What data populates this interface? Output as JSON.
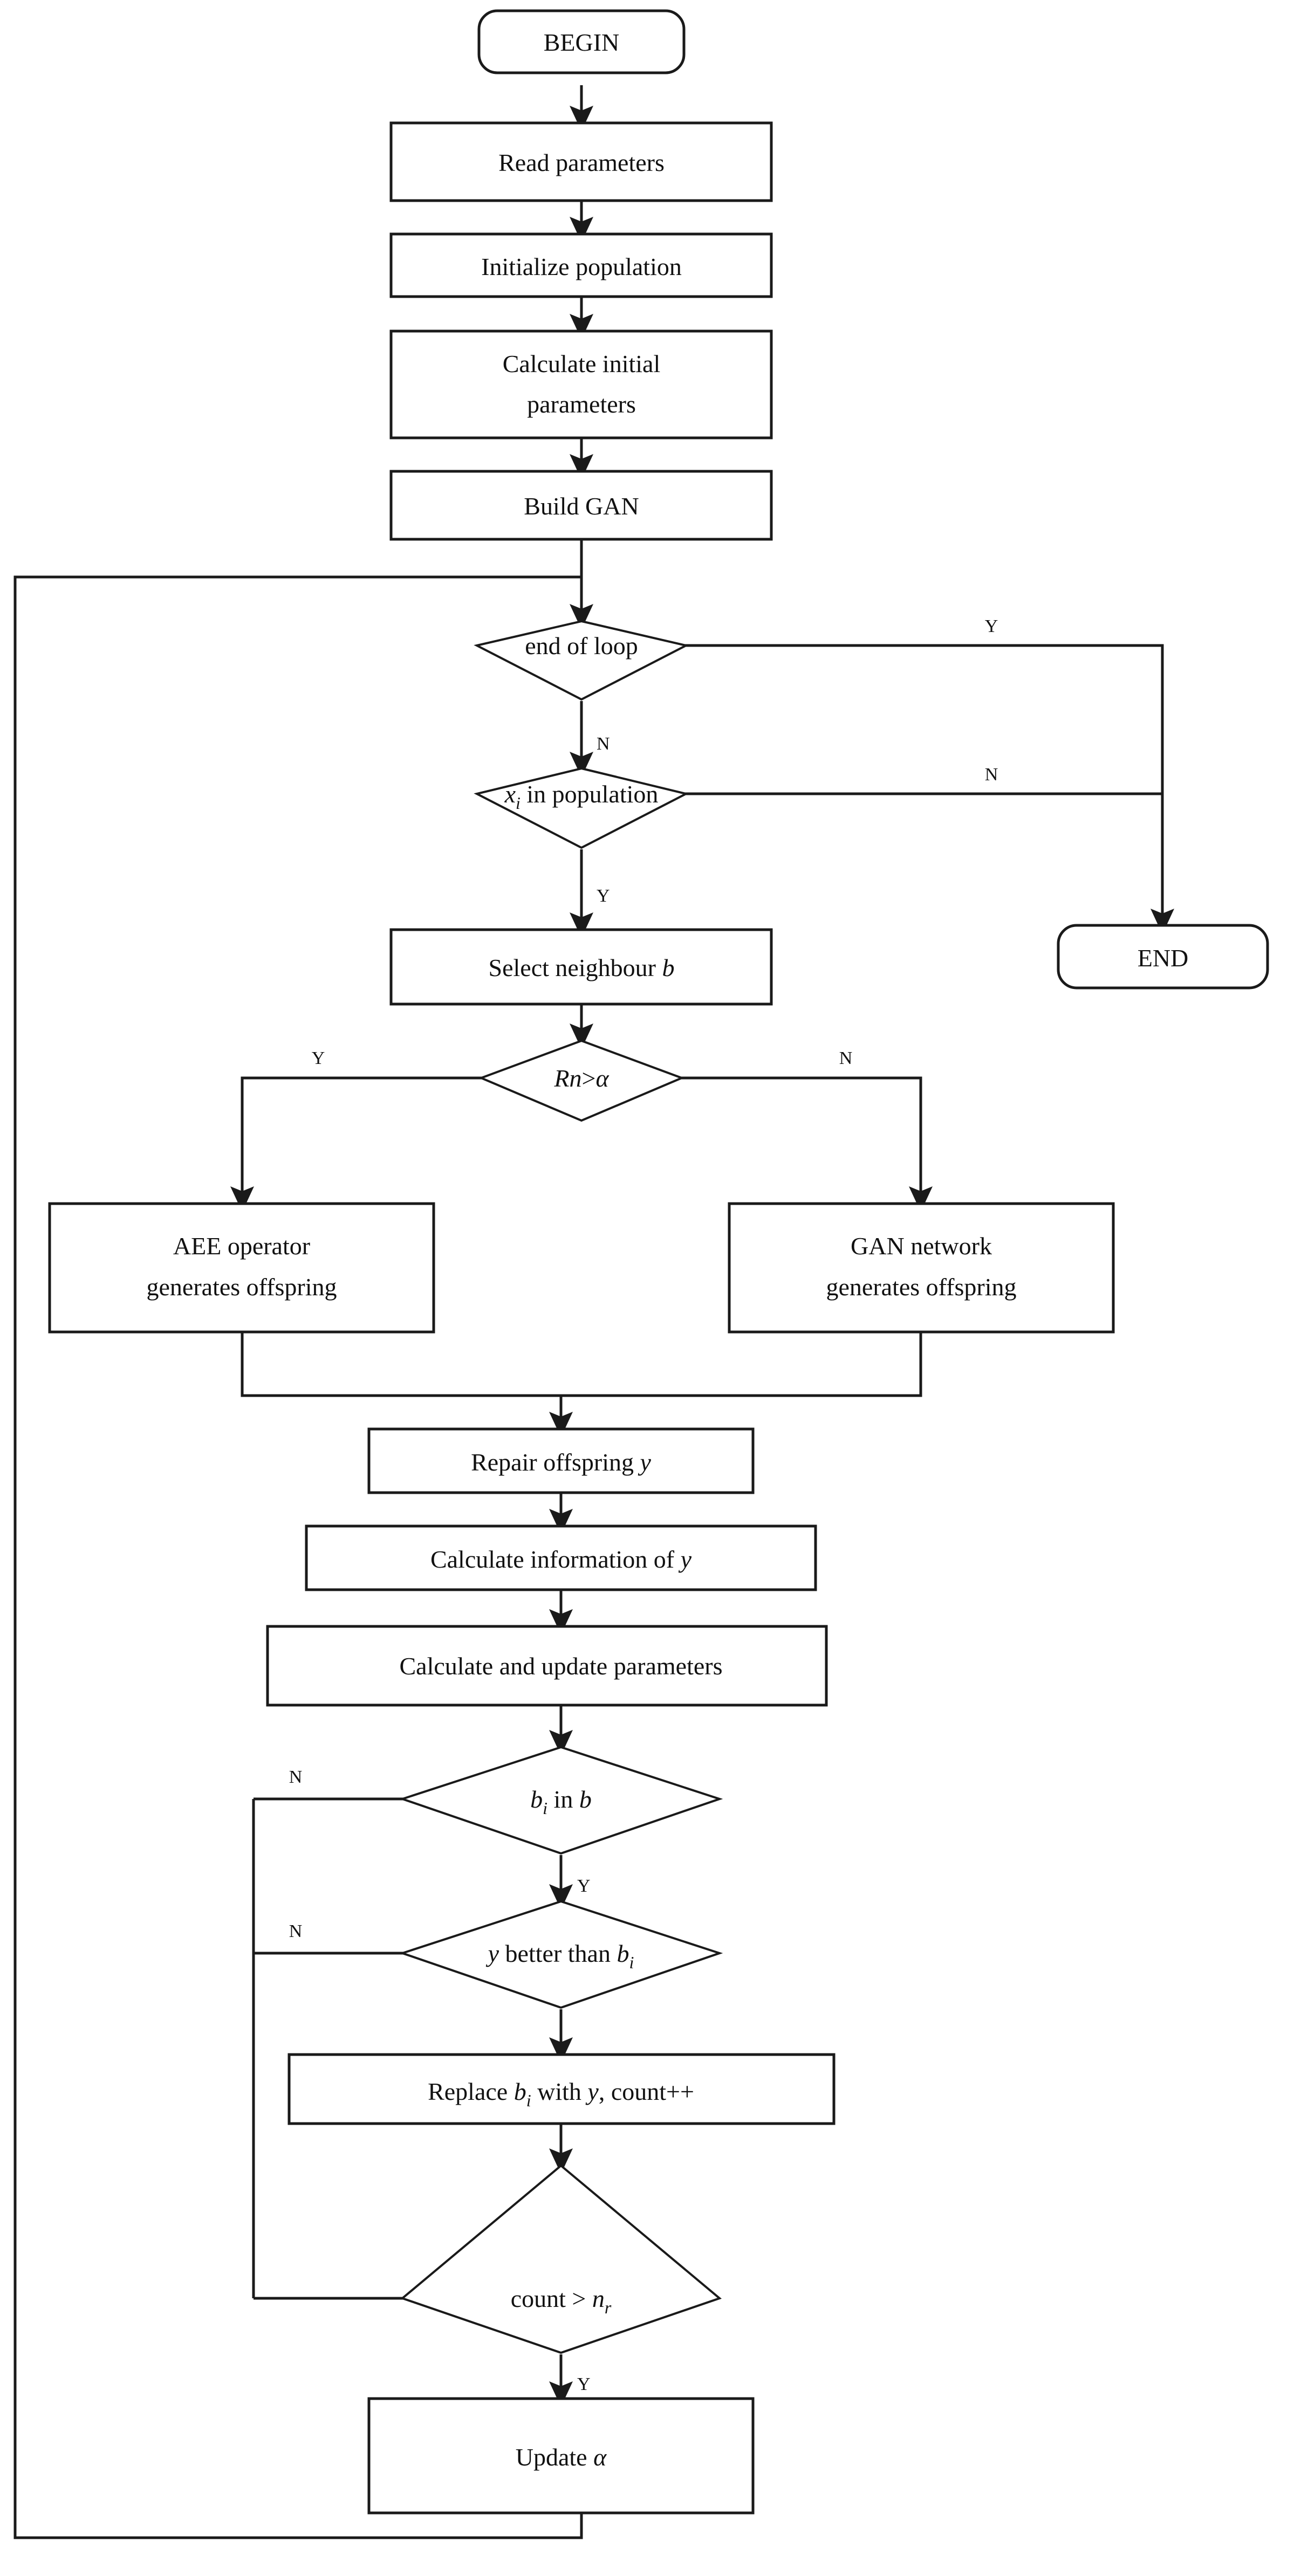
{
  "diagram": {
    "title": "Algorithm flowchart",
    "colors": {
      "stroke": "#1a1a1a",
      "fill": "#ffffff",
      "background": "#ffffff"
    },
    "nodes": {
      "begin": {
        "label": "BEGIN",
        "shape": "terminator"
      },
      "read_parameters": {
        "label": "Read parameters",
        "shape": "process"
      },
      "initialize_population": {
        "label": "Initialize population",
        "shape": "process"
      },
      "calculate_initial_parameters_line1": {
        "label": "Calculate initial",
        "shape": "process"
      },
      "calculate_initial_parameters_line2": {
        "label": "parameters",
        "shape": "process"
      },
      "build_gan": {
        "label": "Build GAN",
        "shape": "process"
      },
      "end_of_loop": {
        "label": "end of loop",
        "shape": "decision"
      },
      "xi_in_population_pre": {
        "label": "x",
        "sub": "i",
        "post": " in population",
        "shape": "decision"
      },
      "end": {
        "label": "END",
        "shape": "terminator"
      },
      "select_neighbour": {
        "label": "Select neighbour ",
        "italic": "b",
        "shape": "process"
      },
      "rn_gt_alpha": {
        "italic1": "Rn",
        "mid": ">",
        "italic2": "α",
        "shape": "decision"
      },
      "aee_operator_line1": {
        "label": "AEE operator",
        "shape": "process"
      },
      "aee_operator_line2": {
        "label": "generates offspring",
        "shape": "process"
      },
      "gan_network_line1": {
        "label": "GAN network",
        "shape": "process"
      },
      "gan_network_line2": {
        "label": "generates offspring",
        "shape": "process"
      },
      "repair_offspring": {
        "label": "Repair offspring ",
        "italic": "y",
        "shape": "process"
      },
      "calculate_information": {
        "label": "Calculate information of ",
        "italic": "y",
        "shape": "process"
      },
      "calculate_update_parameters": {
        "label": "Calculate and update parameters",
        "shape": "process"
      },
      "bi_in_b": {
        "italic1": "b",
        "sub1": "i",
        "mid": " in ",
        "italic2": "b",
        "shape": "decision"
      },
      "y_better_than_bi": {
        "italic1": "y",
        "mid": " better than ",
        "italic2": "b",
        "sub2": "i",
        "shape": "decision"
      },
      "replace_bi": {
        "pre": "Replace ",
        "italic1": "b",
        "sub1": "i",
        "mid": " with ",
        "italic2": "y",
        "post": ", count++",
        "shape": "process"
      },
      "count_gt_nr": {
        "pre": "count > ",
        "italic": "n",
        "sub": "r",
        "shape": "decision"
      },
      "update_alpha": {
        "label": "Update ",
        "italic": "α",
        "shape": "process"
      }
    },
    "edge_labels": {
      "end_of_loop_yes": "Y",
      "end_of_loop_no": "N",
      "xi_in_population_no": "N",
      "xi_in_population_yes": "Y",
      "rn_yes": "Y",
      "rn_no": "N",
      "bi_in_b_no": "N",
      "bi_in_b_yes": "Y",
      "y_better_no": "N",
      "y_better_yes": "",
      "count_no": "",
      "count_yes": "Y"
    }
  }
}
